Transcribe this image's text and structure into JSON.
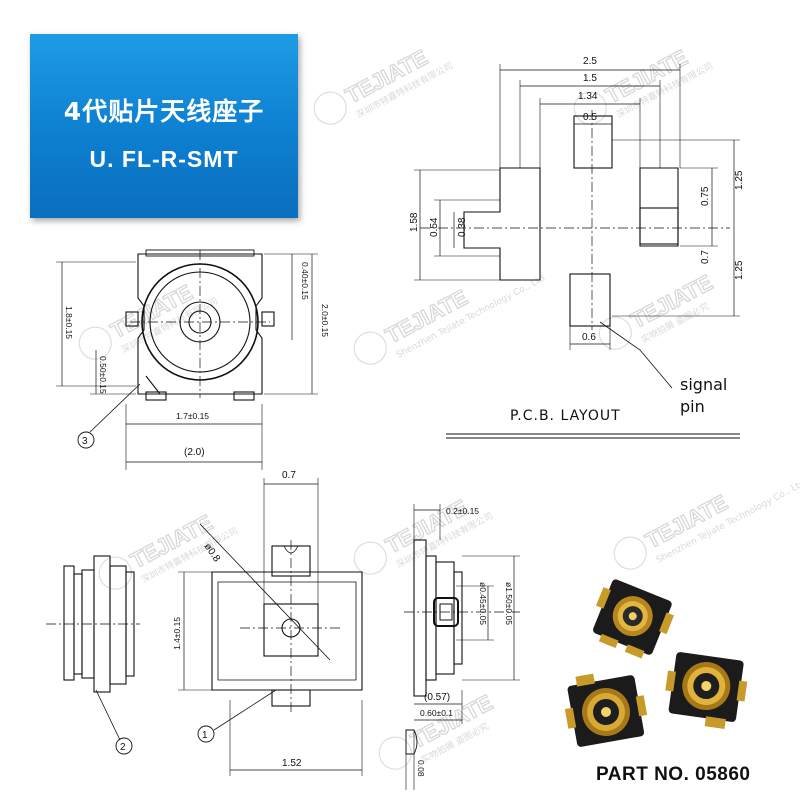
{
  "title": {
    "line1": "4代贴片天线座子",
    "line2": "U. FL-R-SMT"
  },
  "watermark": {
    "brand": "TEJIATE",
    "company_cn": "深圳市特嘉特科技有限公司",
    "company_en": "Shenzhen Tejiate Technology Co., Ltd",
    "stamp_cn": "实物拍摄 盗图必究"
  },
  "top_view": {
    "dim_top_right": "0.40±0.15",
    "dim_left": "1.8±0.15",
    "dim_right": "2.0±0.15",
    "dim_left_lower": "0.50±0.15",
    "dim_bottom": "1.7±0.15",
    "dim_bottom_ref": "(2.0)",
    "callout": "3"
  },
  "pcb_layout": {
    "dim_2_5": "2.5",
    "dim_1_5": "1.5",
    "dim_1_34": "1.34",
    "dim_0_5": "0.5",
    "dim_1_58": "1.58",
    "dim_0_54": "0.54",
    "dim_0_38": "0.38",
    "dim_0_75": "0.75",
    "dim_0_7": "0.7",
    "dim_1_25_top": "1.25",
    "dim_1_25_bottom": "1.25",
    "dim_0_6": "0.6",
    "signal_label_1": "signal",
    "signal_label_2": "pin",
    "caption": "P.C.B. LAYOUT"
  },
  "side_view": {
    "callout": "2"
  },
  "bottom_view": {
    "dim_0_7": "0.7",
    "dim_dia": "ø0.8",
    "dim_1_4": "1.4±0.15",
    "dim_1_52": "1.52",
    "callout": "1"
  },
  "section_view": {
    "dim_0_2": "0.2±0.15",
    "dim_045": "ø0.45±0.05",
    "dim_150": "ø1.50±0.05",
    "dim_057": "(0.57)",
    "dim_060": "0.60±0.1",
    "dim_008": "0.08"
  },
  "part_number": "PART NO. 05860"
}
